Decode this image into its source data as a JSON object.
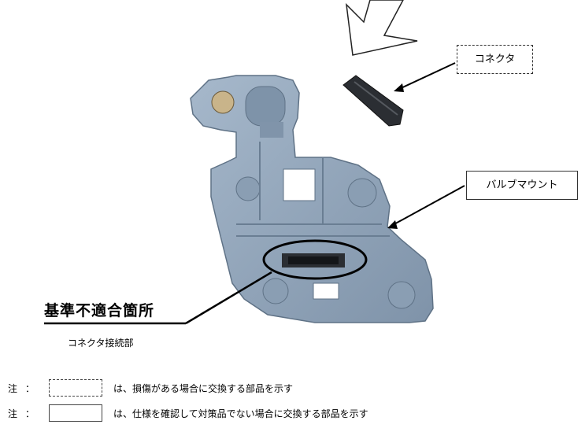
{
  "labels": {
    "connector": "コネクタ",
    "bulb_mount": "バルブマウント",
    "defect_title": "基準不適合箇所",
    "defect_subtitle": "コネクタ接続部"
  },
  "notes": [
    {
      "prefix": "注",
      "colon": "：",
      "style": "dashed",
      "text": "は、損傷がある場合に交換する部品を示す"
    },
    {
      "prefix": "注",
      "colon": "：",
      "style": "solid",
      "text": "は、仕様を確認して対策品でない場合に交換する部品を示す"
    }
  ],
  "colors": {
    "part_plastic": "#8fa3b8",
    "part_shadow": "#6e8299",
    "connector_body": "#2b2e33",
    "highlight_ring": "#000000"
  }
}
